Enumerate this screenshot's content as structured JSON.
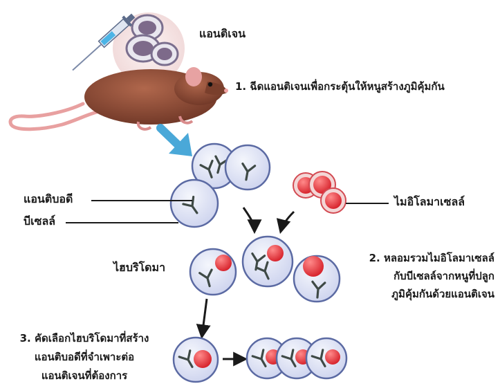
{
  "labels": {
    "antigen": "แอนติเจน",
    "step1": "1. ฉีดแอนติเจนเพื่อกระตุ้นให้หนูสร้างภูมิคุ้มกัน",
    "antibody": "แอนติบอดี",
    "bcell": "บีเซลล์",
    "myeloma": "ไมอิโลมาเซลล์",
    "hybridoma": "ไฮบริโดมา",
    "step2": [
      "2. หลอมรวมไมอิโลมาเซลล์",
      "กับบีเซลล์จากหนูที่ปลูก",
      "ภูมิคุ้มกันด้วยแอนติเจน"
    ],
    "step3": [
      "3. คัดเลือกไฮบริโดมาที่สร้าง",
      "แอนติบอดีที่จำเพาะต่อ",
      "แอนติเจนที่ต้องการ"
    ]
  },
  "colors": {
    "cell_fill": "#dfe3f4",
    "cell_stroke": "#5b6aa3",
    "antibody": "#3f4a46",
    "nucleus": "#e83a44",
    "mouse": "#8a4a36",
    "tail": "#e8a0a0",
    "arrow_blue": "#4aa8d8",
    "antigen_bubble": "#f3dede",
    "antigen_cell": "#9c8aa8"
  }
}
